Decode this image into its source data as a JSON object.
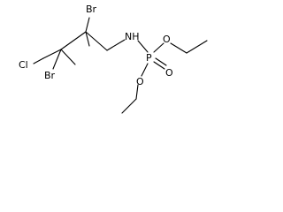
{
  "structure": {
    "atoms": {
      "cl": "Cl",
      "br_top": "Br",
      "br_left": "Br",
      "nh": "NH",
      "p": "P",
      "o_ester_right": "O",
      "o_double": "O",
      "o_ester_left": "O"
    },
    "colors": {
      "bond": "#000000",
      "label": "#000000",
      "background": "#ffffff"
    }
  }
}
